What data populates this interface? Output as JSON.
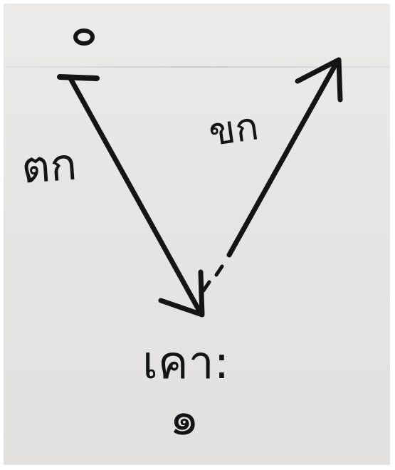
{
  "diagram": {
    "left_label": "ตก",
    "right_label": "ขก",
    "bottom_label": "เคา:",
    "bottom_number": "๑"
  }
}
